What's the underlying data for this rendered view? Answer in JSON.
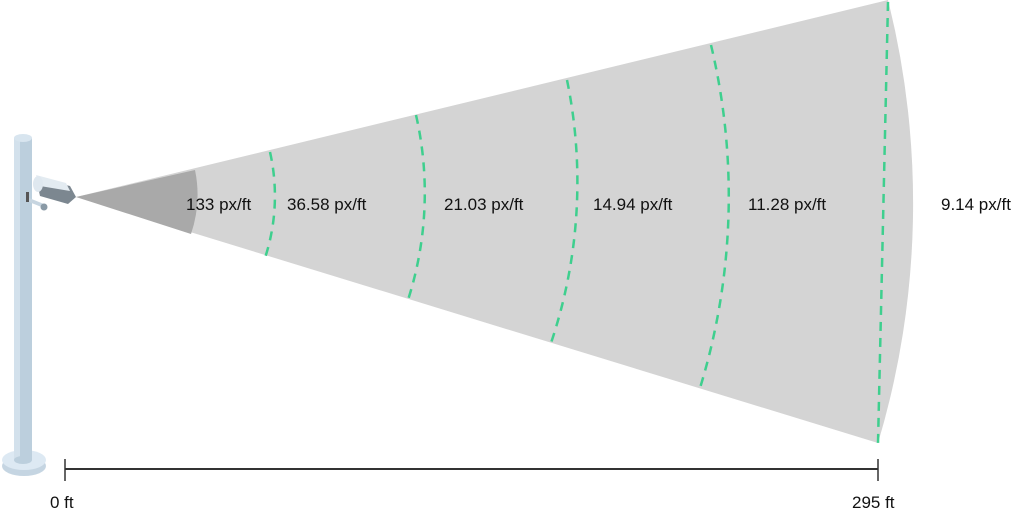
{
  "zones": [
    {
      "label": "133 px/ft"
    },
    {
      "label": "36.58 px/ft"
    },
    {
      "label": "21.03 px/ft"
    },
    {
      "label": "14.94 px/ft"
    },
    {
      "label": "11.28 px/ft"
    },
    {
      "label": "9.14 px/ft"
    }
  ],
  "axis": {
    "start_label": "0 ft",
    "end_label": "295 ft"
  },
  "colors": {
    "cone": "#d4d4d4",
    "near_zone": "#a9a9a9",
    "divider": "#3ecf8e",
    "pole": "#bccfdd"
  }
}
